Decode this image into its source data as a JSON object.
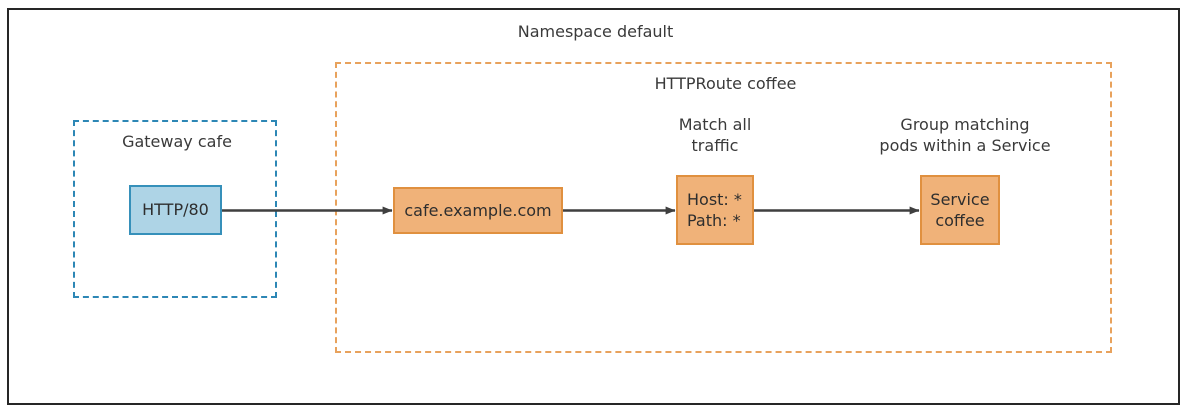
{
  "diagram": {
    "namespace": {
      "label": "Namespace default"
    },
    "httproute": {
      "label": "HTTPRoute coffee"
    },
    "gateway": {
      "label": "Gateway cafe"
    },
    "nodes": {
      "listener": {
        "label": "HTTP/80",
        "fill": "#aed4e6",
        "stroke": "#3690ba"
      },
      "hostname": {
        "label": "cafe.example.com",
        "fill": "#f0b279",
        "stroke": "#e0903f"
      },
      "match": {
        "label": "Host: *\nPath: *",
        "fill": "#f0b279",
        "stroke": "#e0903f"
      },
      "service": {
        "label": "Service\ncoffee",
        "fill": "#f0b279",
        "stroke": "#e0903f"
      }
    },
    "annotations": {
      "match_note": "Match all\ntraffic",
      "service_note": "Group matching\npods within a Service"
    },
    "colors": {
      "outer_border": "#262626",
      "httproute_border": "#e8a25c",
      "gateway_border": "#2d87b5",
      "arrow": "#3f3f3f",
      "text": "#3a3a3a",
      "background": "#ffffff"
    }
  }
}
